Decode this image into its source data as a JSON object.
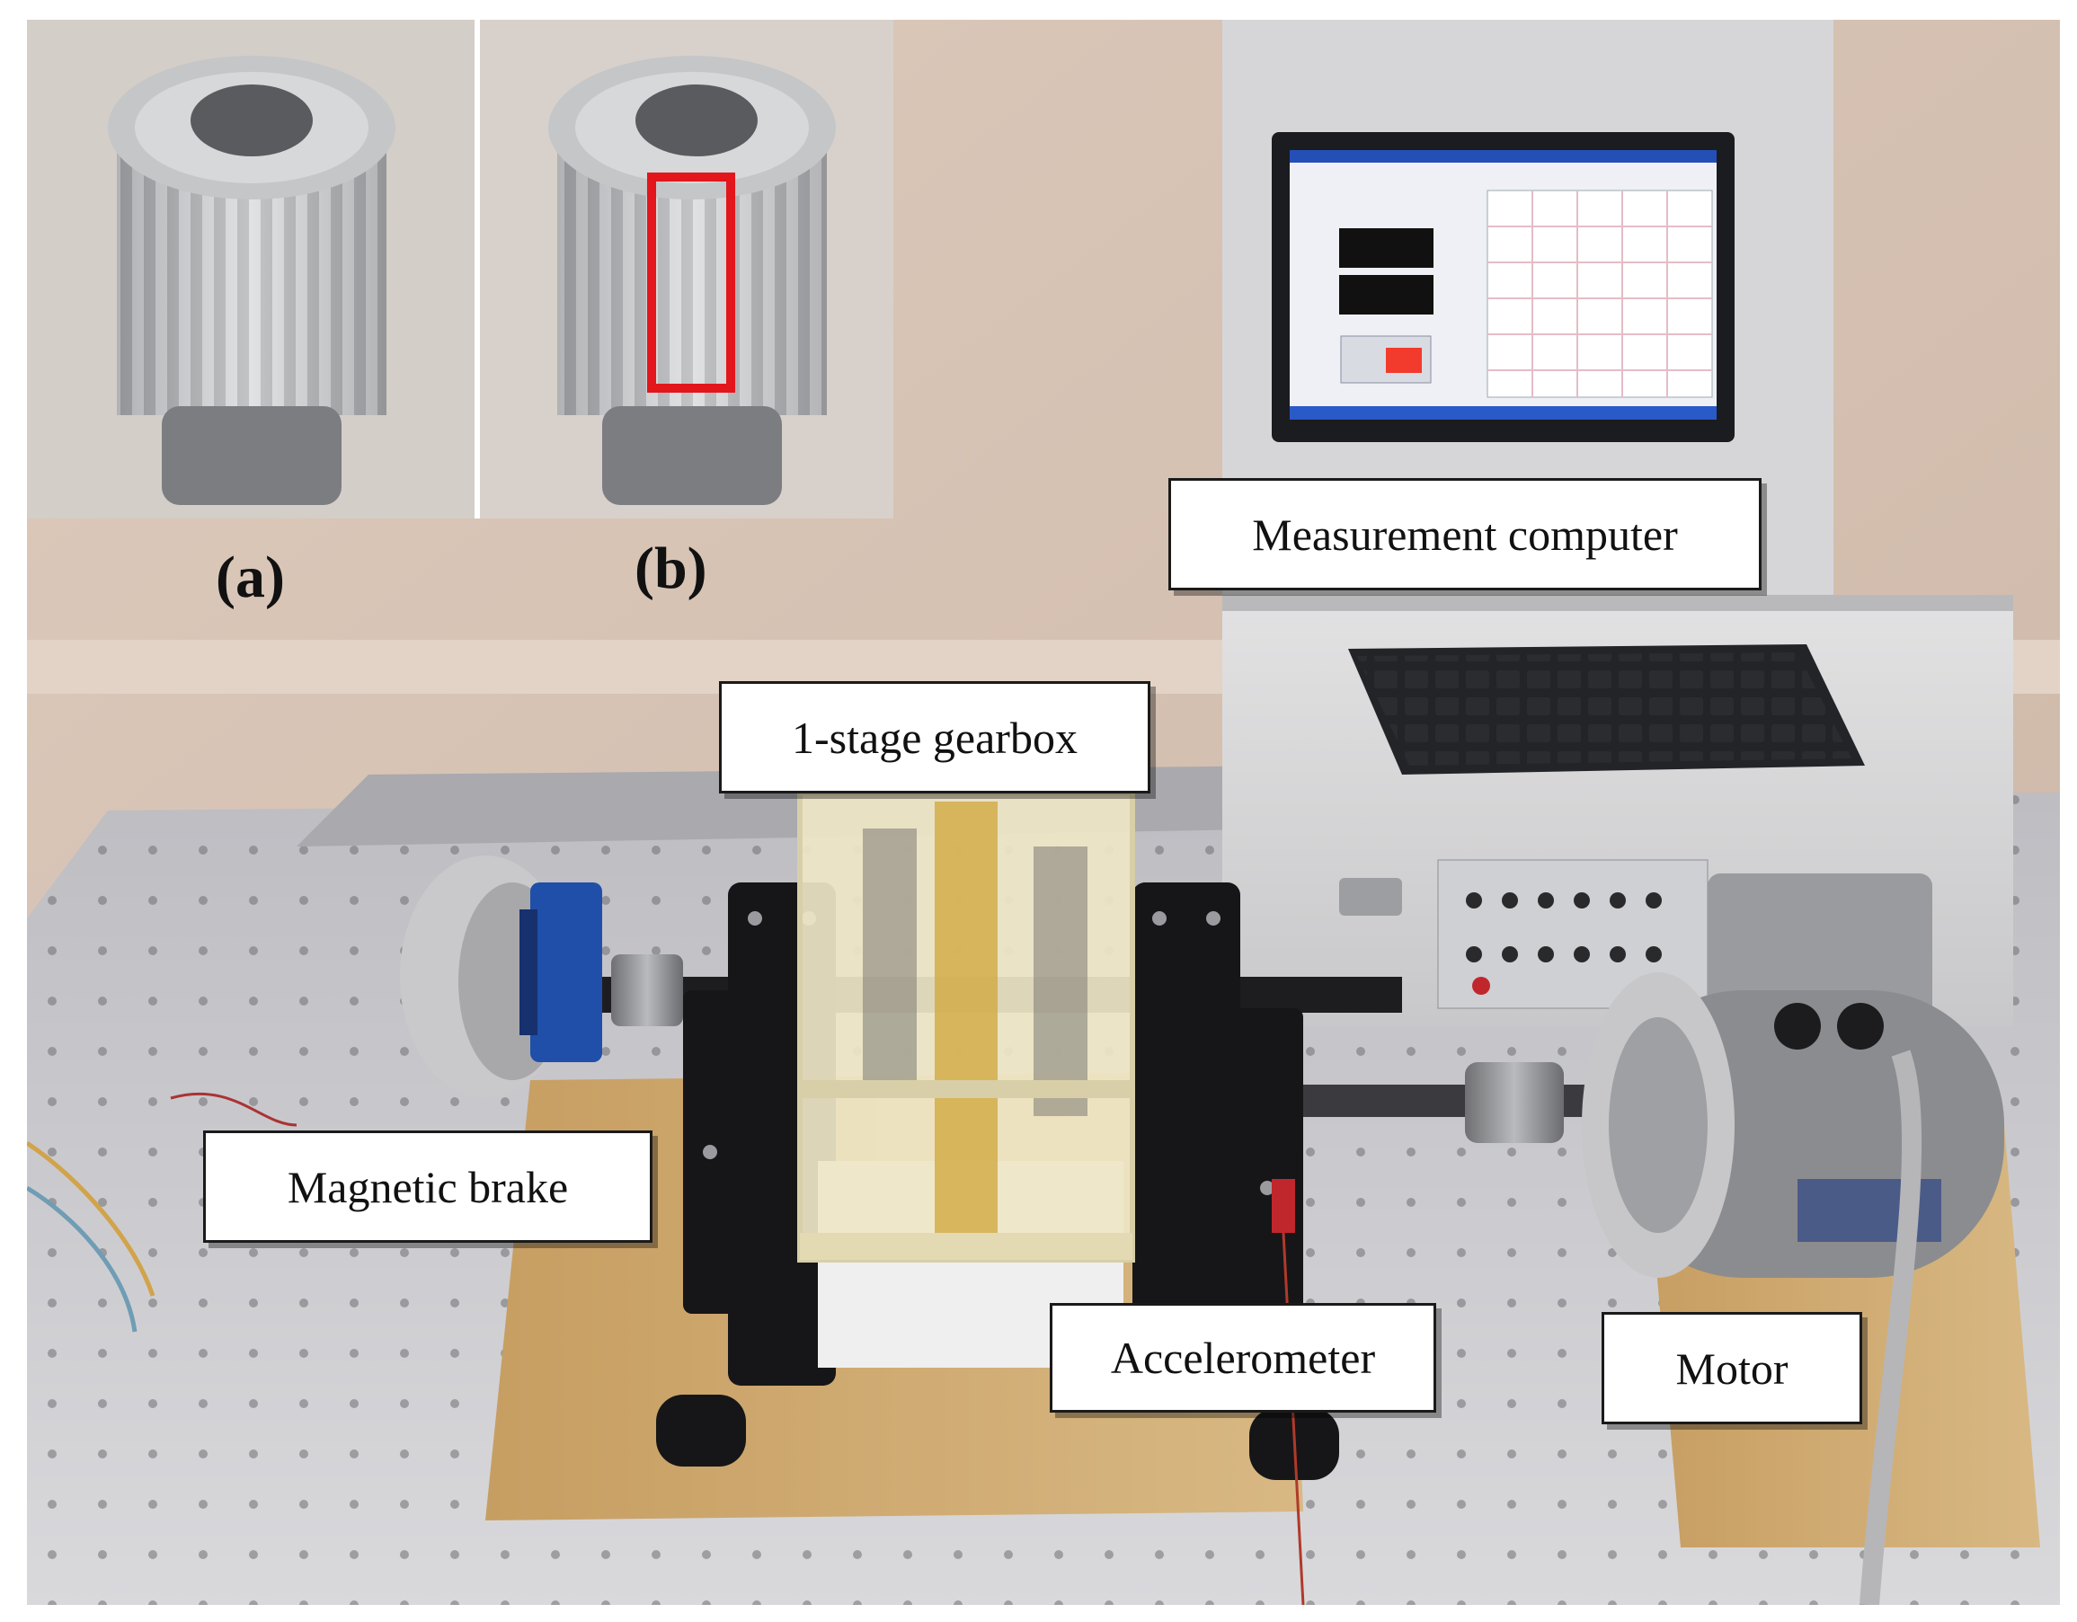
{
  "figure": {
    "inset_labels": {
      "a": "(a)",
      "b": "(b)"
    },
    "callouts": {
      "measurement_computer": "Measurement computer",
      "gearbox": "1-stage gearbox",
      "magnetic_brake": "Magnetic brake",
      "accelerometer": "Accelerometer",
      "motor": "Motor"
    },
    "colors": {
      "defect_highlight": "#e3161b",
      "wall": "#d9c7b8",
      "table_plate": "#c9c9cb",
      "wood_base": "#c9a771",
      "brake_blue": "#1f4fa8",
      "plexiglass": "#efe6c6"
    }
  }
}
